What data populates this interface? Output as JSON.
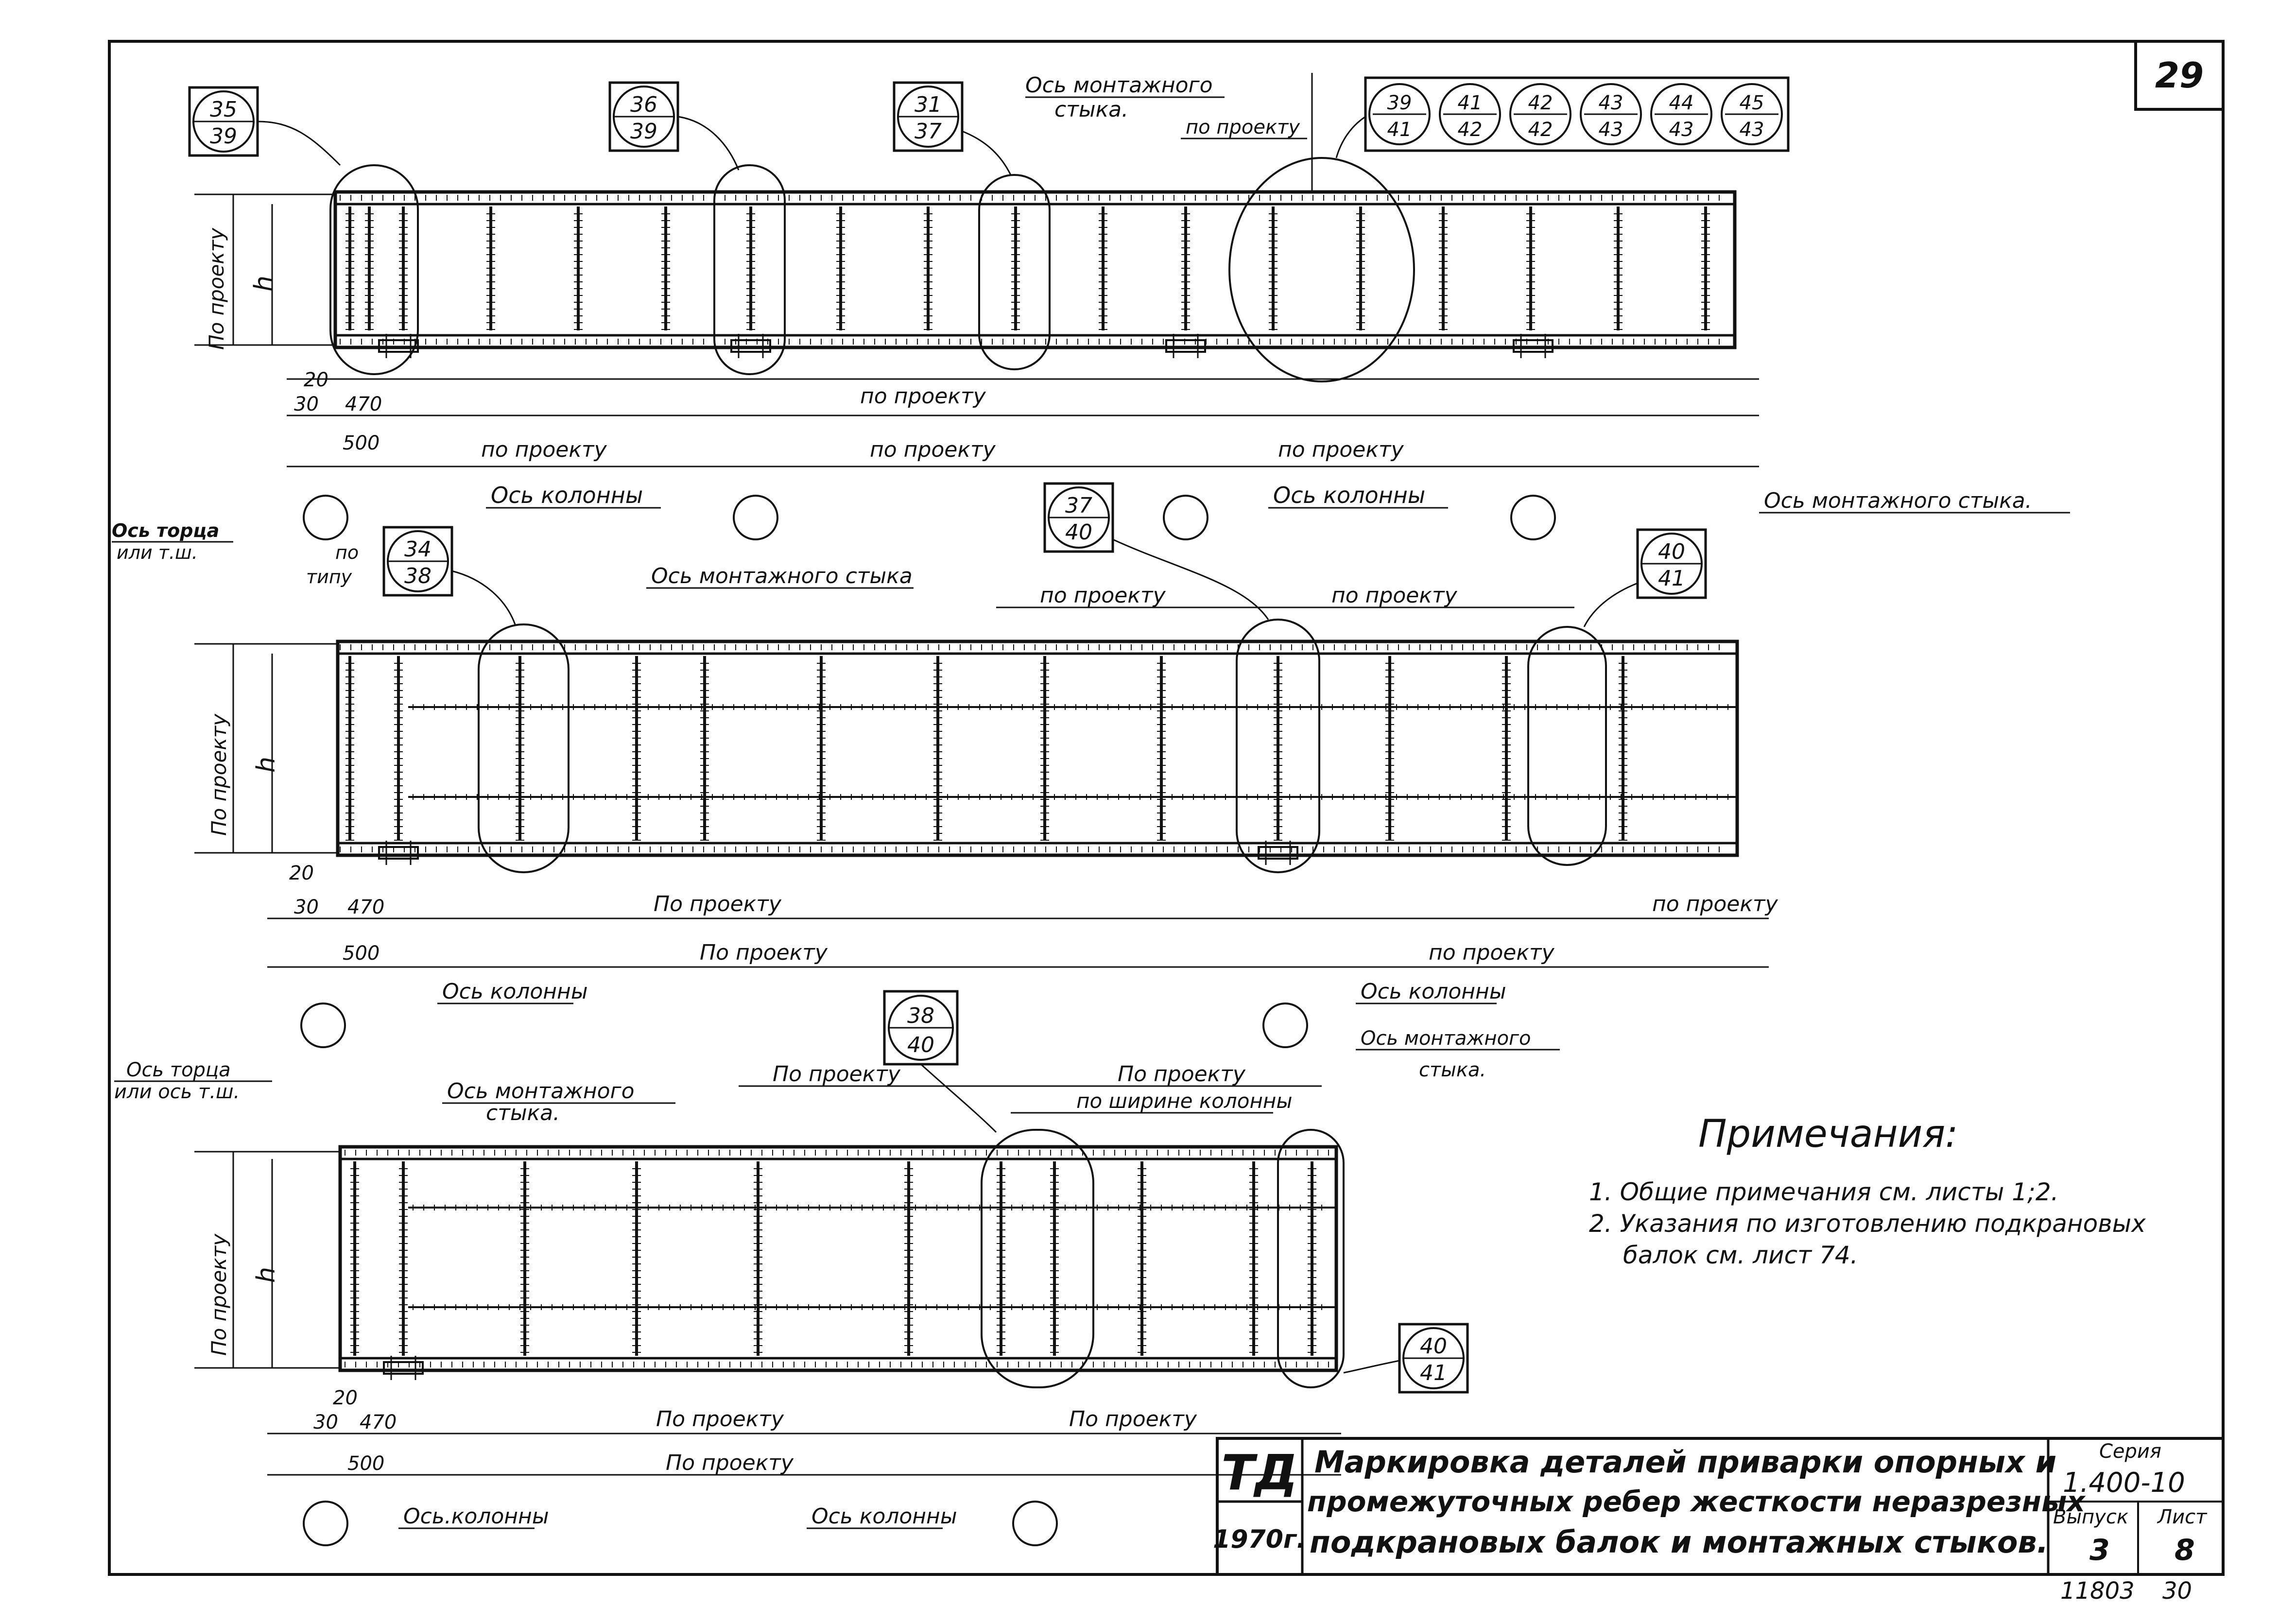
{
  "sheet_number": "29",
  "stamp": {
    "org": "ТД",
    "year": "1970г."
  },
  "title_block": {
    "title_line1": "Маркировка деталей приварки опорных и",
    "title_line2": "промежуточных ребер жесткости неразрезных",
    "title_line3": "подкрановых балок и монтажных стыков.",
    "series_label": "Серия",
    "series_value": "1.400-10",
    "issue_label": "Выпуск",
    "issue_value": "3",
    "sheet_label": "Лист",
    "sheet_value": "8"
  },
  "bottom_numbers": {
    "left": "11803",
    "right": "30"
  },
  "notes": {
    "heading": "Примечания:",
    "item1": "1. Общие примечания см. листы 1;2.",
    "item2_line1": "2. Указания по изготовлению подкрановых",
    "item2_line2": "балок см. лист 74."
  },
  "labels": {
    "po_proektu": "по проекту",
    "po_proektu_cap": "По проекту",
    "po_proektu_upper": "По проекту",
    "os_kolonny": "Ось колонны",
    "os_kolonny_dot": "Ось.колонны",
    "os_montazh_stika": "Ось монтажного стыка",
    "os_montazh_stika_dot": "Ось монтажного стыка.",
    "os_montazh_l1": "Ось монтажного",
    "os_montazh_l2": "стыка.",
    "os_torca_l1": "Ось торца",
    "os_torca_l2": "или т.ш.",
    "os_torca_b_l1": "Ось торца",
    "os_torca_b_l2": "или ось т.ш.",
    "po_tipu_l1": "по",
    "po_tipu_l2": "типу",
    "po_shirine": "по ширине колонны",
    "h": "h",
    "d20": "20",
    "d30": "30",
    "d470": "470",
    "d500": "500"
  },
  "callouts": {
    "c1": {
      "top": "35",
      "bottom": "39"
    },
    "c2": {
      "top": "36",
      "bottom": "39"
    },
    "c3": {
      "top": "31",
      "bottom": "37"
    },
    "c4": [
      {
        "top": "39",
        "bottom": "41"
      },
      {
        "top": "41",
        "bottom": "42"
      },
      {
        "top": "42",
        "bottom": "42"
      },
      {
        "top": "43",
        "bottom": "43"
      },
      {
        "top": "44",
        "bottom": "43"
      },
      {
        "top": "45",
        "bottom": "43"
      }
    ],
    "c5": {
      "top": "34",
      "bottom": "38"
    },
    "c6": {
      "top": "37",
      "bottom": "40"
    },
    "c7": {
      "top": "40",
      "bottom": "41"
    },
    "c8": {
      "top": "38",
      "bottom": "40"
    },
    "c9": {
      "top": "40",
      "bottom": "41"
    }
  }
}
